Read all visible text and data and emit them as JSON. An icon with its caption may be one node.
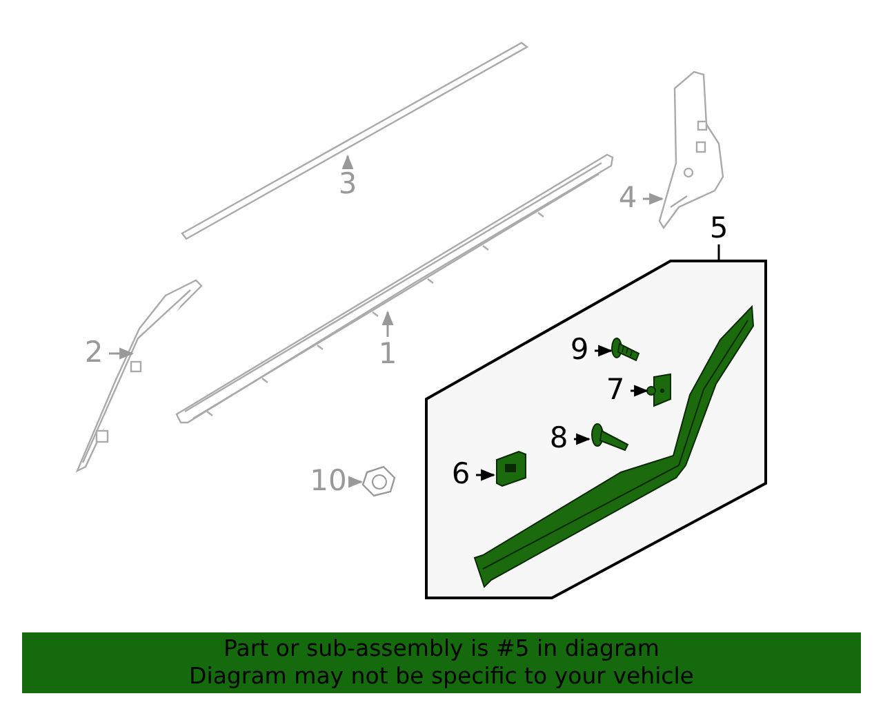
{
  "diagram": {
    "nodes": [
      {
        "text": [
          "3"
        ]
      },
      {
        "text": [],
        "shape": "picture"
      },
      {
        "text": [
          "4"
        ]
      },
      {
        "text": [],
        "shape": "picture"
      },
      {
        "text": [
          "2"
        ]
      },
      {
        "text": [],
        "shape": "picture"
      },
      {
        "text": [
          "1"
        ]
      },
      {
        "text": [],
        "shape": "picture"
      },
      {
        "text": [
          "5"
        ]
      },
      {
        "text": [],
        "shape": "box"
      },
      {
        "text": [
          "9"
        ],
        "in": 9
      },
      {
        "text": [],
        "shape": "picture",
        "in": 9
      },
      {
        "text": [
          "7"
        ],
        "in": 9
      },
      {
        "text": [],
        "shape": "picture",
        "in": 9
      },
      {
        "text": [
          "8"
        ],
        "in": 9
      },
      {
        "text": [],
        "shape": "picture",
        "in": 9
      },
      {
        "text": [
          "6"
        ],
        "in": 9
      },
      {
        "text": [],
        "shape": "picture",
        "in": 9
      },
      {
        "text": [],
        "shape": "picture",
        "in": 9
      },
      {
        "text": [
          "10"
        ]
      },
      {
        "text": [],
        "shape": "picture"
      },
      {
        "text": [
          "Part or sub-assembly is #5 in diagram",
          "Diagram may not be specific to your vehicle"
        ]
      }
    ],
    "edges": [
      {
        "from": 0,
        "to": 1,
        "arrow": "to",
        "color": "#999999"
      },
      {
        "from": 2,
        "to": 3,
        "arrow": "to",
        "color": "#999999"
      },
      {
        "from": 4,
        "to": 5,
        "arrow": "to",
        "color": "#999999"
      },
      {
        "from": 6,
        "to": 7,
        "arrow": "to",
        "color": "#999999"
      },
      {
        "from": 8,
        "to": 9,
        "arrow": "none",
        "color": "#000000"
      },
      {
        "from": 10,
        "to": 11,
        "arrow": "to",
        "color": "#000000"
      },
      {
        "from": 12,
        "to": 13,
        "arrow": "to",
        "color": "#000000"
      },
      {
        "from": 14,
        "to": 15,
        "arrow": "to",
        "color": "#000000"
      },
      {
        "from": 16,
        "to": 17,
        "arrow": "to",
        "color": "#000000"
      },
      {
        "from": 19,
        "to": 20,
        "arrow": "to",
        "color": "#999999"
      }
    ]
  }
}
